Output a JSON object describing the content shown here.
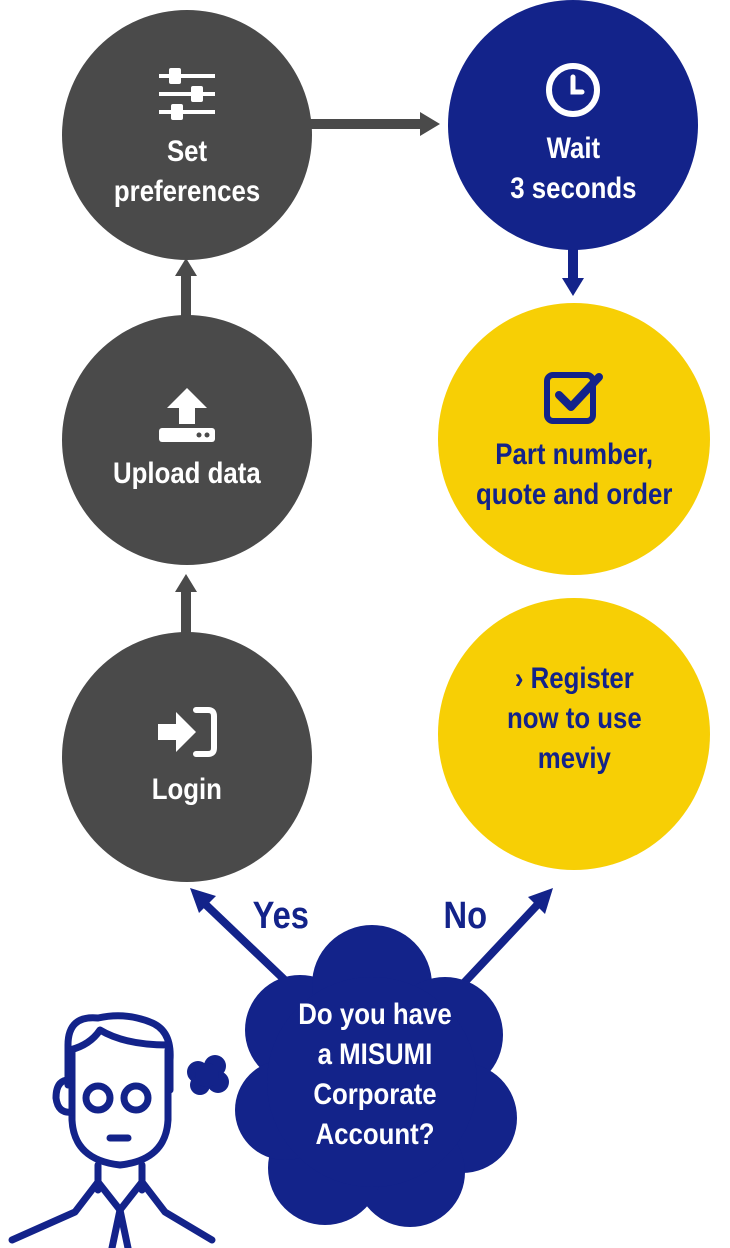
{
  "steps": {
    "set_preferences": {
      "label": "Set\npreferences"
    },
    "wait": {
      "label": "Wait\n3 seconds"
    },
    "upload": {
      "label": "Upload data"
    },
    "order": {
      "label": "Part number,\nquote and order"
    },
    "login": {
      "label": "Login"
    },
    "register": {
      "label": "› Register\nnow to use\nmeviy"
    }
  },
  "decision": {
    "question": "Do you have\na MISUMI\nCorporate\nAccount?",
    "yes_label": "Yes",
    "no_label": "No"
  },
  "icons": {
    "set_preferences": "sliders-icon",
    "wait": "clock-icon",
    "upload": "upload-icon",
    "order": "checkbox-icon",
    "login": "login-icon",
    "person": "thinking-person-icon"
  },
  "colors": {
    "gray": "#4a4a4a",
    "navy": "#13238a",
    "yellow": "#f7cf05"
  }
}
